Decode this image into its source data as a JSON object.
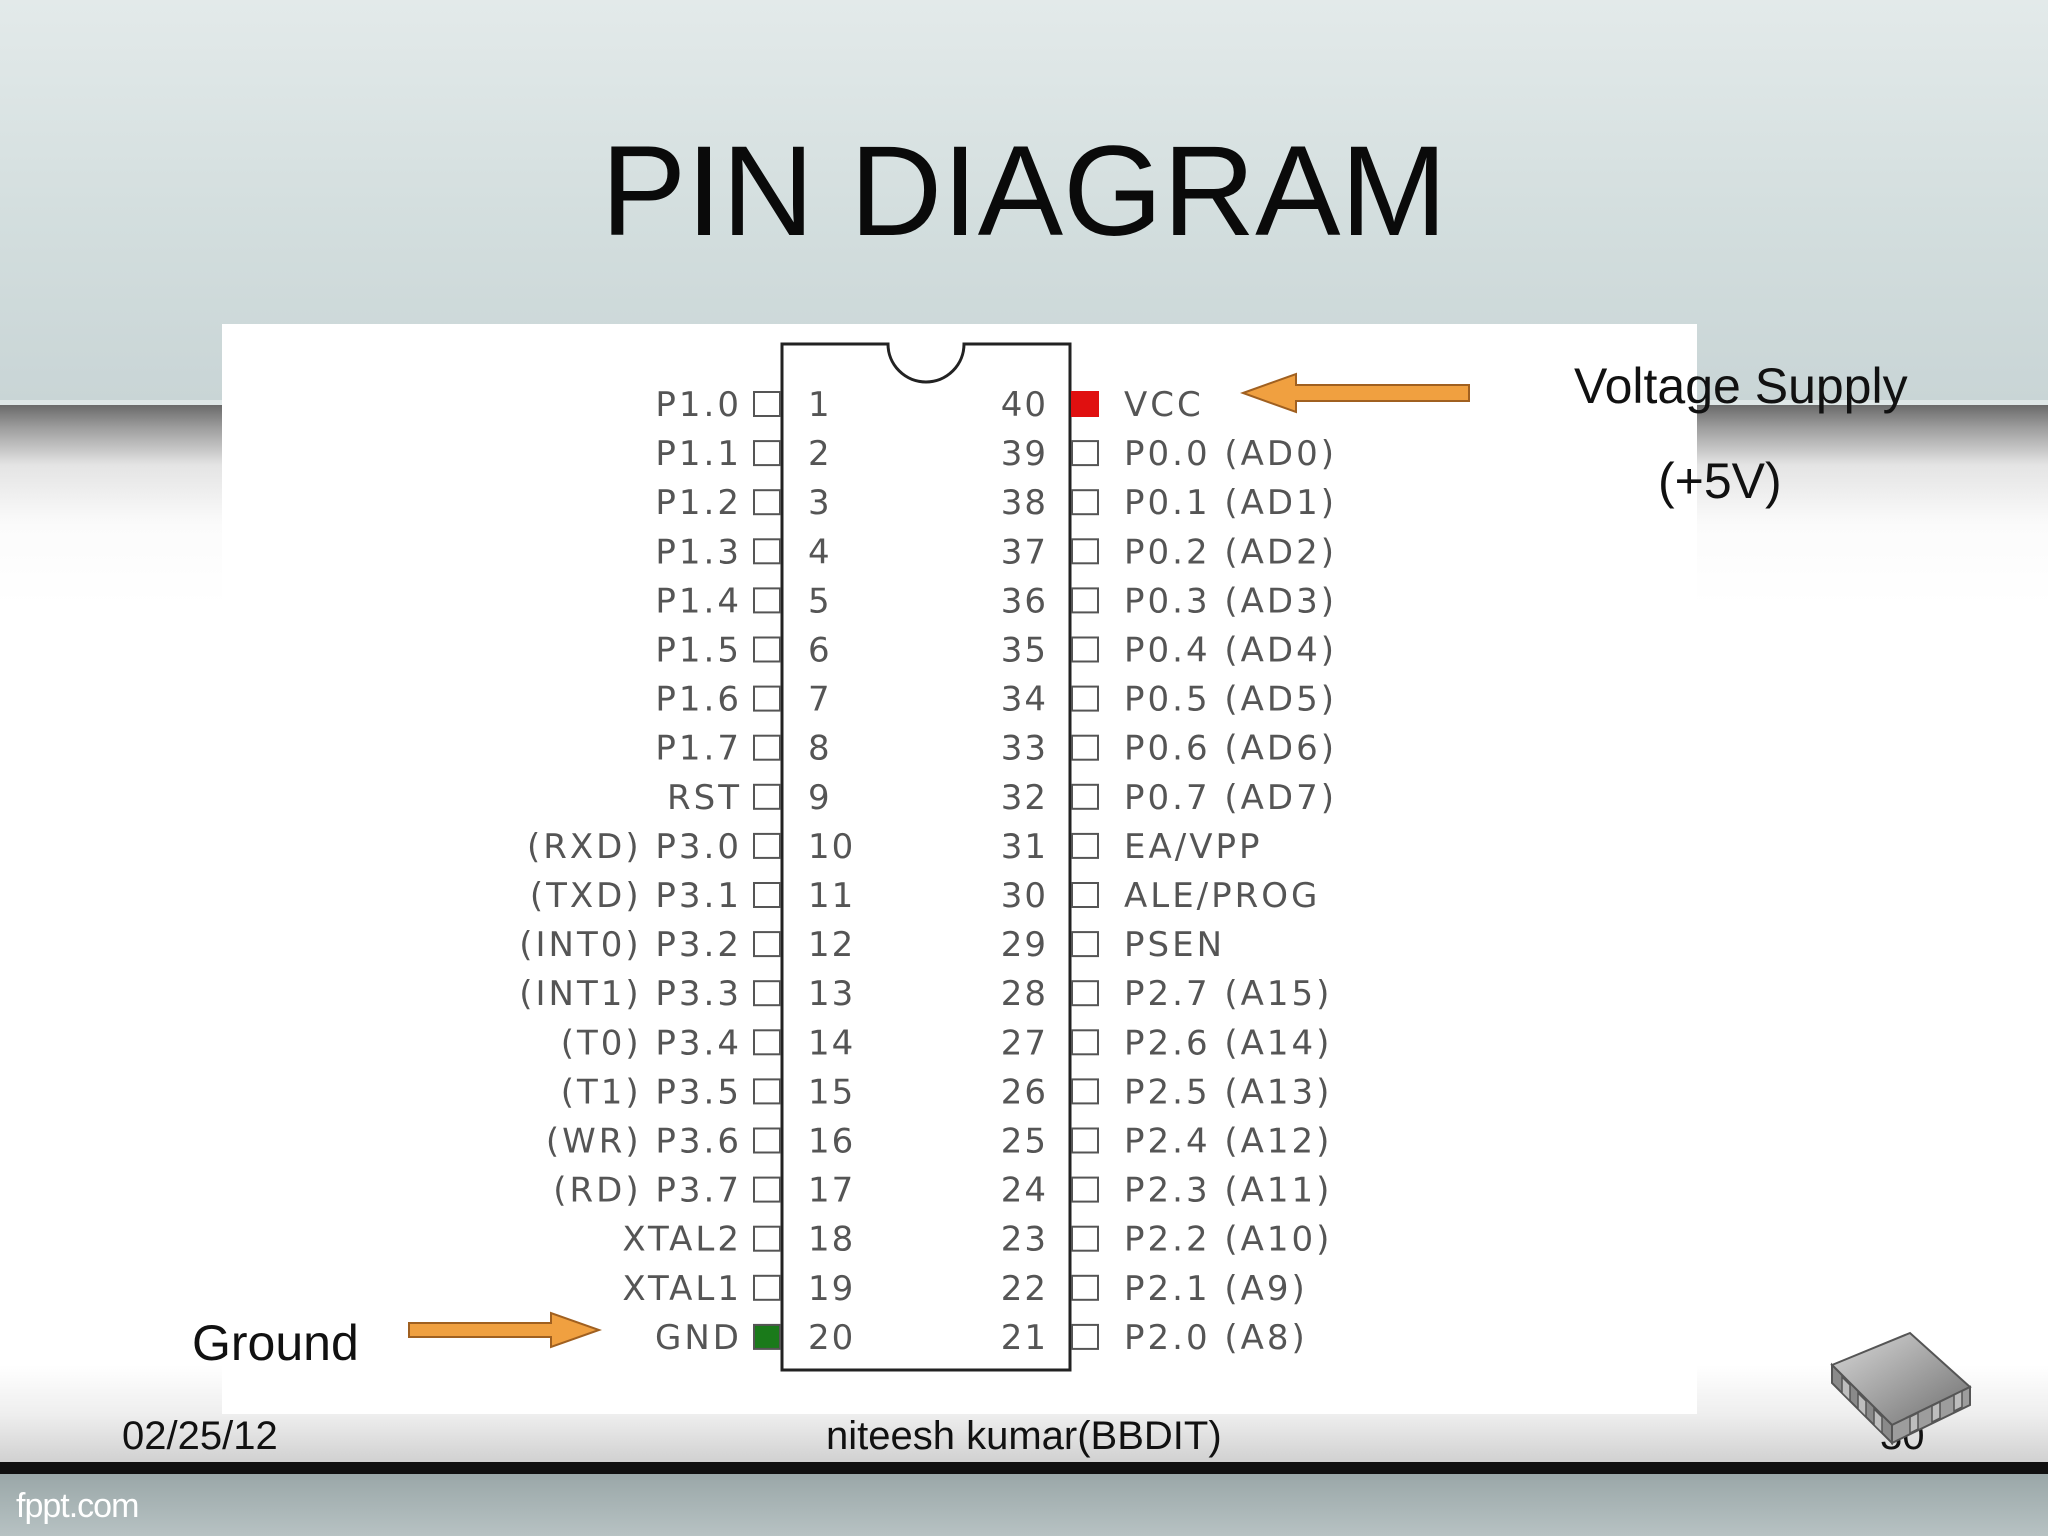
{
  "slide": {
    "title": "PIN DIAGRAM",
    "date": "02/25/12",
    "author": "niteesh kumar(BBDIT)",
    "page_number": "30",
    "brand": "fppt.com"
  },
  "callouts": {
    "vcc_line1": "Voltage Supply",
    "vcc_line2": "(+5V)",
    "gnd": "Ground"
  },
  "colors": {
    "vcc_pin": "#e01010",
    "gnd_pin": "#1a7a1a",
    "arrow": "#f0a040"
  },
  "icons": {
    "chip": "microchip-icon"
  },
  "diagram": {
    "left_pins": [
      {
        "num": "1",
        "label": "P1.0"
      },
      {
        "num": "2",
        "label": "P1.1"
      },
      {
        "num": "3",
        "label": "P1.2"
      },
      {
        "num": "4",
        "label": "P1.3"
      },
      {
        "num": "5",
        "label": "P1.4"
      },
      {
        "num": "6",
        "label": "P1.5"
      },
      {
        "num": "7",
        "label": "P1.6"
      },
      {
        "num": "8",
        "label": "P1.7"
      },
      {
        "num": "9",
        "label": "RST"
      },
      {
        "num": "10",
        "label": "(RXD) P3.0"
      },
      {
        "num": "11",
        "label": "(TXD) P3.1"
      },
      {
        "num": "12",
        "label": "(INT0) P3.2"
      },
      {
        "num": "13",
        "label": "(INT1) P3.3"
      },
      {
        "num": "14",
        "label": "(T0) P3.4"
      },
      {
        "num": "15",
        "label": "(T1) P3.5"
      },
      {
        "num": "16",
        "label": "(WR) P3.6"
      },
      {
        "num": "17",
        "label": "(RD) P3.7"
      },
      {
        "num": "18",
        "label": "XTAL2"
      },
      {
        "num": "19",
        "label": "XTAL1"
      },
      {
        "num": "20",
        "label": "GND"
      }
    ],
    "right_pins": [
      {
        "num": "40",
        "label": "VCC"
      },
      {
        "num": "39",
        "label": "P0.0 (AD0)"
      },
      {
        "num": "38",
        "label": "P0.1 (AD1)"
      },
      {
        "num": "37",
        "label": "P0.2 (AD2)"
      },
      {
        "num": "36",
        "label": "P0.3 (AD3)"
      },
      {
        "num": "35",
        "label": "P0.4 (AD4)"
      },
      {
        "num": "34",
        "label": "P0.5 (AD5)"
      },
      {
        "num": "33",
        "label": "P0.6 (AD6)"
      },
      {
        "num": "32",
        "label": "P0.7 (AD7)"
      },
      {
        "num": "31",
        "label": "EA/VPP"
      },
      {
        "num": "30",
        "label": "ALE/PROG"
      },
      {
        "num": "29",
        "label": "PSEN"
      },
      {
        "num": "28",
        "label": "P2.7 (A15)"
      },
      {
        "num": "27",
        "label": "P2.6 (A14)"
      },
      {
        "num": "26",
        "label": "P2.5 (A13)"
      },
      {
        "num": "25",
        "label": "P2.4 (A12)"
      },
      {
        "num": "24",
        "label": "P2.3 (A11)"
      },
      {
        "num": "23",
        "label": "P2.2 (A10)"
      },
      {
        "num": "22",
        "label": "P2.1 (A9)"
      },
      {
        "num": "21",
        "label": "P2.0 (A8)"
      }
    ]
  }
}
